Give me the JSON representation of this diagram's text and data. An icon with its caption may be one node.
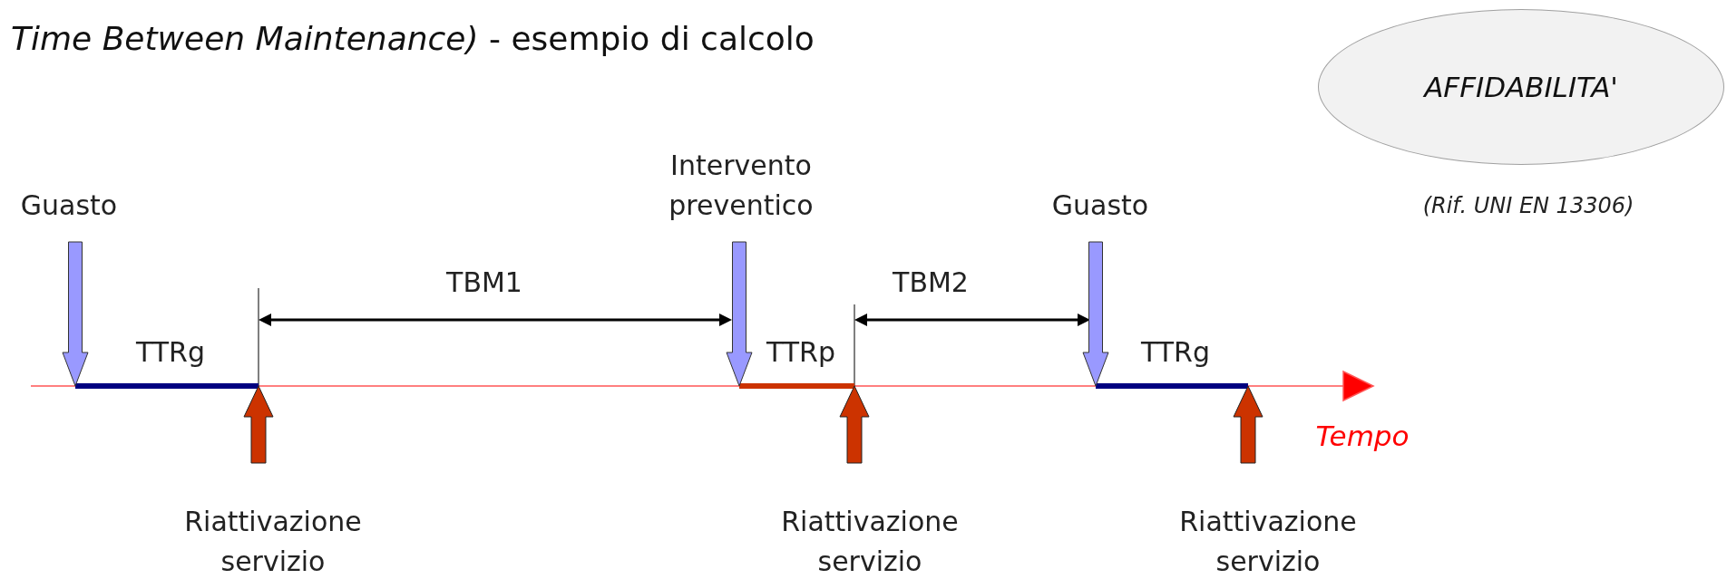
{
  "diagram": {
    "title": "*Time Between Maintenance)* - esempio di calcolo",
    "nodes": [
      {
        "text": [
          "AFFIDABILITA'"
        ],
        "beside": [
          "(Rif. UNI EN 13306)"
        ]
      }
    ],
    "labels": [
      "Intervento preventico",
      "Guasto",
      "Guasto",
      "TBM1",
      "TBM2",
      "TTRg",
      "TTRp",
      "TTRg",
      "Tempo",
      "Riattivazione servizio",
      "Riattivazione servizio",
      "Riattivazione servizio"
    ]
  }
}
